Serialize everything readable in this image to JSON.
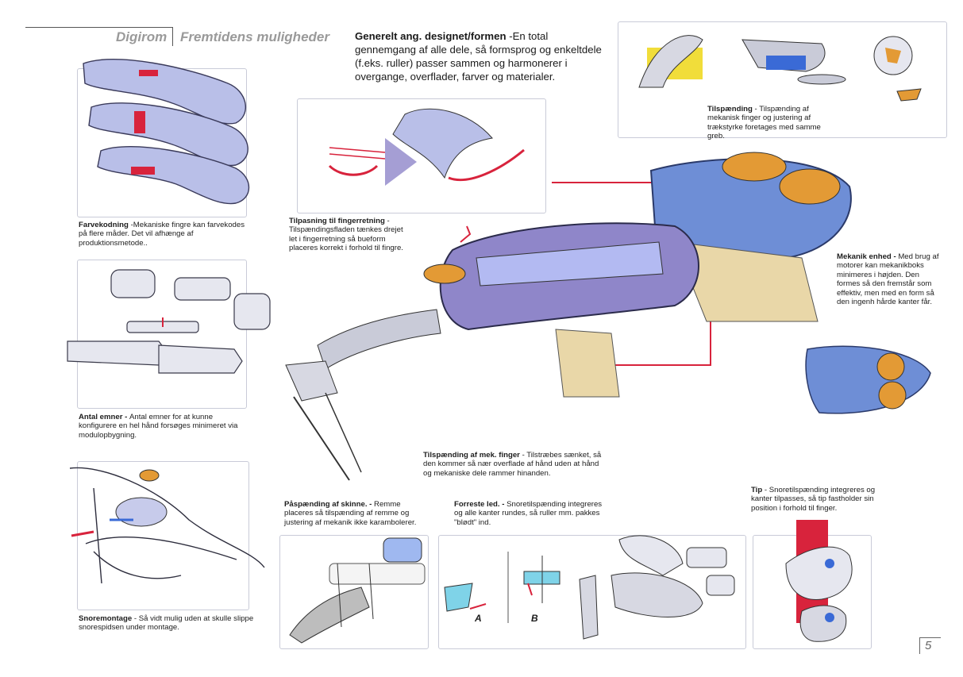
{
  "header": {
    "brand": "Digirom",
    "section": "Fremtidens muligheder"
  },
  "intro": {
    "title": "Generelt ang. designet/formen",
    "text": " -En total gennemgang af alle dele, så formsprog og enkeltdele (f.eks. ruller) passer sammen og harmonerer i overgange, overflader, farver og materialer."
  },
  "captions": {
    "farvekodning": {
      "title": "Farvekodning",
      "text": " -Mekaniske fingre kan farvekodes på flere måder. Det vil afhænge af produktionsmetode.."
    },
    "antal_emner": {
      "title": "Antal emner - ",
      "text": "Antal emner for at kunne konfigurere en hel hånd forsøges minimeret via modulopbygning."
    },
    "snoremontage": {
      "title": "Snoremontage",
      "text": " - Så vidt mulig uden at skulle slippe snorespidsen under montage."
    },
    "tilpasning": {
      "title": "Tilpasning til fingerretning",
      "text": " -Tilspændingsfladen tænkes drejet let i fingerretning så bueform placeres korrekt i forhold til fingre."
    },
    "tilspaending_top": {
      "title": "Tilspænding",
      "text": " - Tilspænding af mekanisk finger og justering af trækstyrke foretages med samme greb."
    },
    "mekanik_enhed": {
      "title": "Mekanik enhed - ",
      "text": "Med brug af motorer kan mekanikboks minimeres i højden. Den formes så den fremstår som effektiv, men med en form så den ingenh hårde kanter får."
    },
    "tilspaending_finger": {
      "title": "Tilspænding af mek. finger",
      "text": " - Tilstræbes sænket, så den kommer så nær overflade af hånd uden at hånd og mekaniske dele rammer hinanden."
    },
    "paspaending": {
      "title": "Påspænding af skinne. - ",
      "text": "Remme placeres så tilspænding af remme og justering af mekanik ikke karambolerer."
    },
    "forreste_led": {
      "title": "Forreste led. - ",
      "text": "Snoretilspænding integreres og alle kanter rundes, så ruller mm. pakkes \"blødt\" ind."
    },
    "tip": {
      "title": "Tip",
      "text": " - Snoretilspænding integreres og kanter tilpasses, så tip fastholder sin position i forhold til finger."
    }
  },
  "sketch_labels": {
    "a": "A",
    "b": "B"
  },
  "page_number": "5",
  "colors": {
    "accent_red": "#d8233c",
    "sketch_blue": "#6e8ed6",
    "sketch_purple": "#8f86c9",
    "sketch_orange": "#e39a35",
    "sketch_yellow": "#f1dd3a",
    "sketch_tan": "#e9d7a8"
  }
}
